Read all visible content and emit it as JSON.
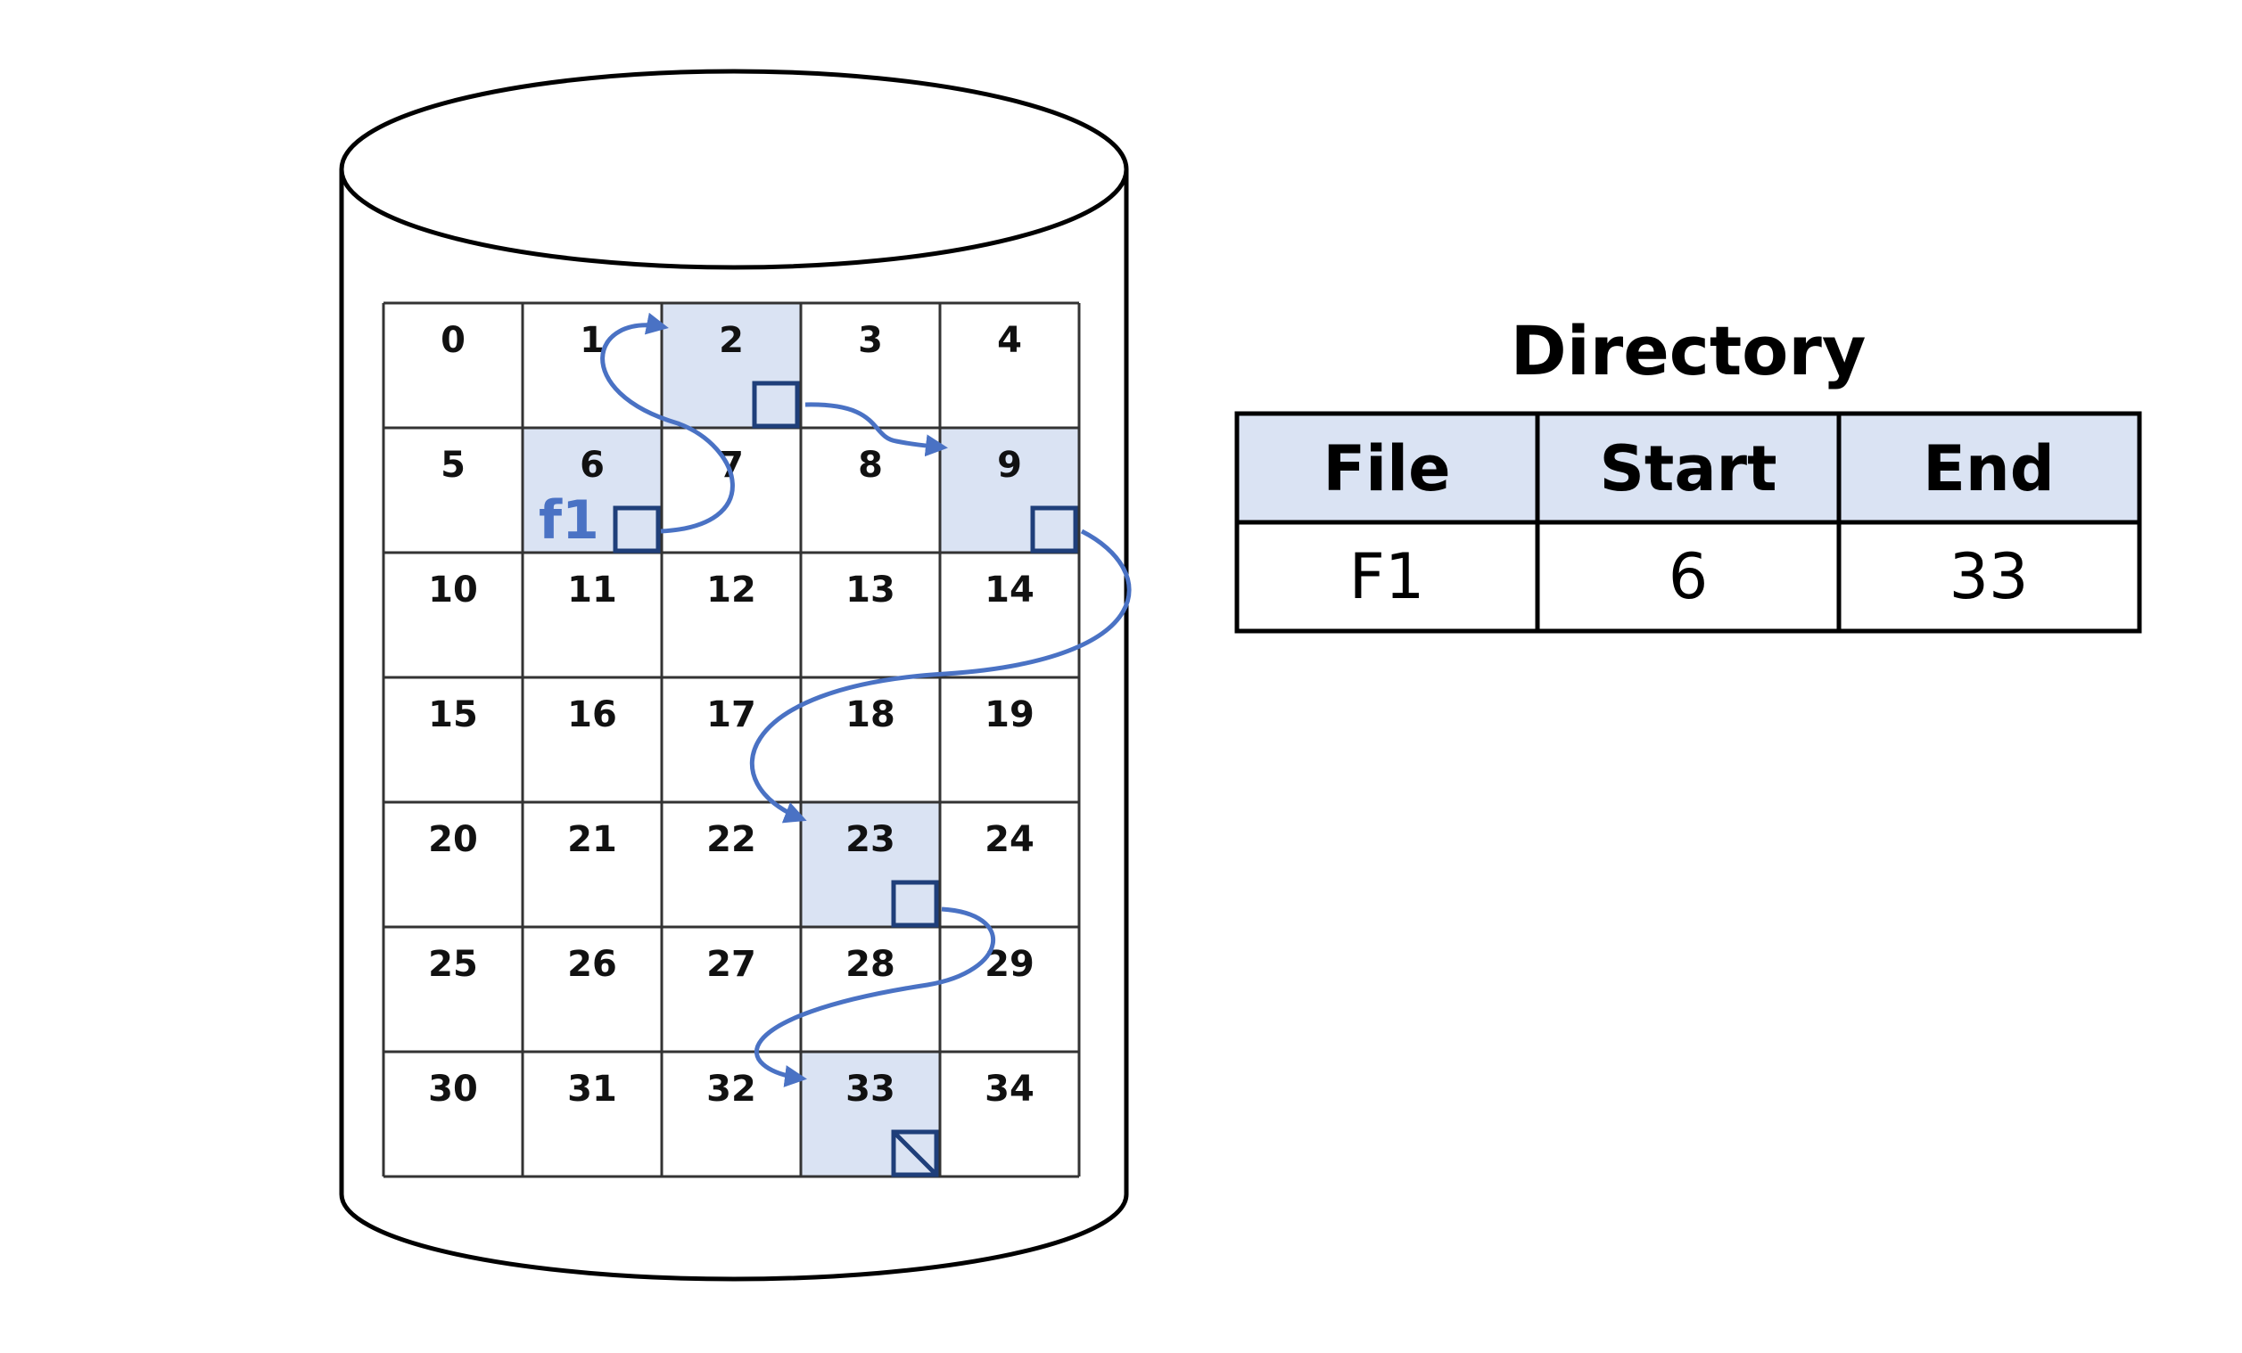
{
  "disk": {
    "block_numbers": [
      "0",
      "1",
      "2",
      "3",
      "4",
      "5",
      "6",
      "7",
      "8",
      "9",
      "10",
      "11",
      "12",
      "13",
      "14",
      "15",
      "16",
      "17",
      "18",
      "19",
      "20",
      "21",
      "22",
      "23",
      "24",
      "25",
      "26",
      "27",
      "28",
      "29",
      "30",
      "31",
      "32",
      "33",
      "34"
    ],
    "highlighted_blocks": [
      6,
      2,
      9,
      23,
      33
    ],
    "file_label": "f1"
  },
  "directory": {
    "title": "Directory",
    "headers": [
      "File",
      "Start",
      "End"
    ],
    "rows": [
      [
        "F1",
        "6",
        "33"
      ]
    ]
  },
  "colors": {
    "highlight_fill": "#dae3f3",
    "pointer_box": "#1f3f7a",
    "arrow": "#4a72c4",
    "file_label": "#4a72c4",
    "header_fill": "#dae3f3",
    "line": "#000000"
  }
}
